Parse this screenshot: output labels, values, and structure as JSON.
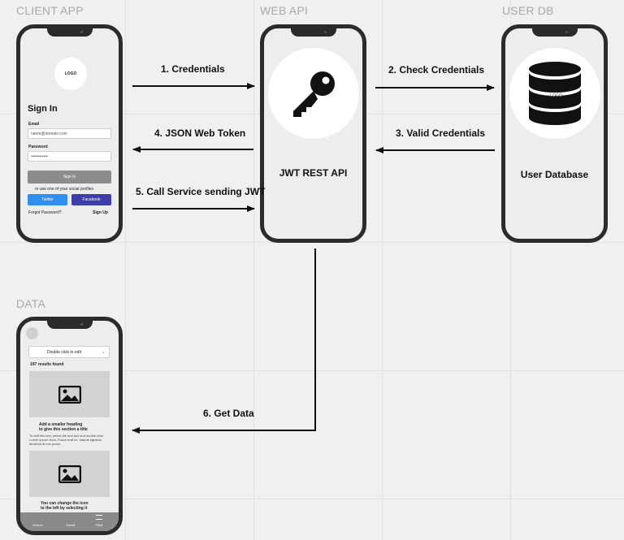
{
  "sections": {
    "client_app": "CLIENT APP",
    "web_api": "WEB API",
    "user_db": "USER DB",
    "data": "DATA"
  },
  "client_app": {
    "logo": "LOGO",
    "title": "Sign In",
    "email_label": "Email",
    "email_value": "name@domain.com",
    "password_label": "Password",
    "password_value": "••••••••••••",
    "sign_in_button": "Sign In",
    "social_text": "or use one of your social profiles",
    "twitter_button": "Twitter",
    "facebook_button": "Facebook",
    "forgot_password": "Forgot Password?",
    "sign_up": "Sign Up",
    "colors": {
      "twitter": "#2f8ff0",
      "facebook": "#3d3ea8",
      "sign_in": "#8c8c8c"
    }
  },
  "web_api": {
    "label": "JWT REST API",
    "icon": "key-icon"
  },
  "user_db": {
    "label": "User Database",
    "icon": "database-icon",
    "logo": "LOGO"
  },
  "arrows": {
    "a1": "1. Credentials",
    "a2": "2. Check Credentials",
    "a3": "3. Valid Credentials",
    "a4": "4. JSON Web Token",
    "a5": "5. Call Service sending JWT",
    "a6": "6. Get Data"
  },
  "data_app": {
    "dropdown": "Double click to edit",
    "results": "197 results found",
    "card1_heading_line1": "Add a smaller heading",
    "card1_heading_line2": "to give this section a title",
    "card1_body_line1": "To edit this text, select the text box and double click",
    "card1_body_line2": "Lorem ipsum dolor. Fusce erat ex, mauris egestas",
    "card1_body_line3": "faucibus id non purus.",
    "card2_heading_line1": "You can change the icon",
    "card2_heading_line2": "to the left by selecting it",
    "tab_search": "Search",
    "tab_saved": "Saved",
    "tab_filter": "Filter",
    "image_icon": "image-icon"
  }
}
